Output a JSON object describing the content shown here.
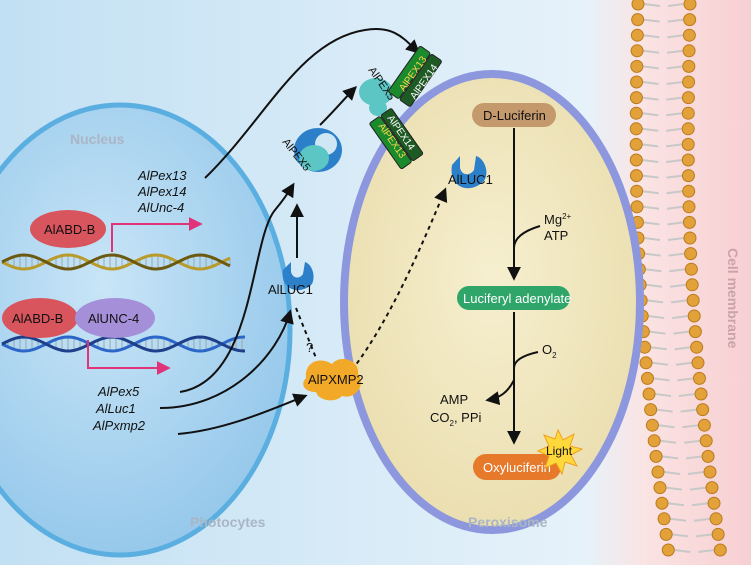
{
  "regions": {
    "nucleus": "Nucleus",
    "photocytes": "Photocytes",
    "peroxisome": "Peroxisome",
    "cell_membrane": "Cell membrane"
  },
  "nucleus": {
    "abd_b_top": "AlABD-B",
    "abd_b_bottom": "AlABD-B",
    "unc4": "AlUNC-4",
    "genes_top": [
      "AlPex13",
      "AlPex14",
      "AlUnc-4"
    ],
    "genes_bottom": [
      "AlPex5",
      "AlLuc1",
      "AlPxmp2"
    ]
  },
  "proteins": {
    "pex5_left": "AlPEX5",
    "pex5_right": "AlPEX5",
    "pex13_top": "AlPEX13",
    "pex14_top": "AlPEX14",
    "pex14_bottom": "AlPEX14",
    "pex13_bottom": "AlPEX13",
    "luc1_cyto": "AlLUC1",
    "luc1_perox": "AlLUC1",
    "pxmp2": "AlPXMP2",
    "question": "?"
  },
  "pathway": {
    "d_luciferin": "D-Luciferin",
    "mg": "Mg",
    "mg_sup": "2+",
    "atp": "ATP",
    "luciferyl_adenylate": "Luciferyl adenylate",
    "o2": "O",
    "o2_sub": "2",
    "amp": "AMP",
    "co2_a": "CO",
    "co2_sub": "2",
    "co2_b": ", PPi",
    "oxyluciferin": "Oxyluciferin",
    "light": "Light"
  },
  "colors": {
    "background": "#cfe6f4",
    "nucleus_fill": "#a8d2ee",
    "peroxisome_fill": "#efe6be",
    "peroxisome_rim": "#8c97dd",
    "membrane_head": "#e3a13a",
    "abd_b": "#d9555d",
    "unc4": "#a58fd9",
    "pex_green": "#1b8a2c",
    "teal": "#5bc6c4",
    "luc_blue": "#2c7fc9",
    "d_luciferin": "#c49a6c",
    "luciferyl": "#2fa56a",
    "oxyluciferin": "#e6792a",
    "pxmp2": "#f3a928",
    "arrow_pink": "#e0337a"
  }
}
